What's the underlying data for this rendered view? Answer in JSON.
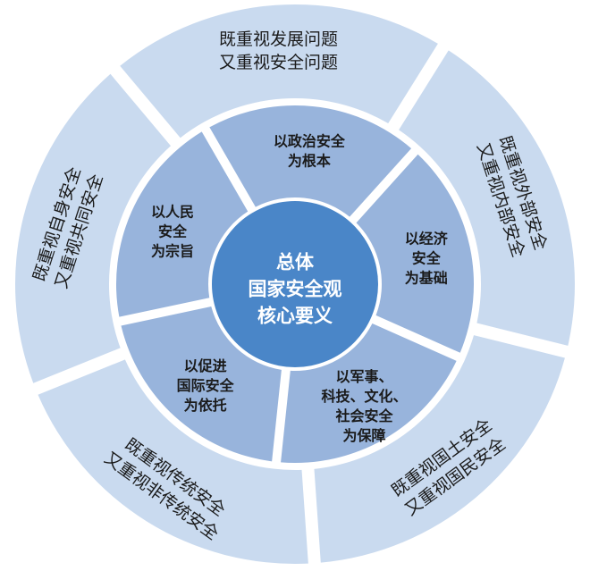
{
  "core": {
    "lines": [
      "总体",
      "国家安全观",
      "核心要义"
    ],
    "color": "#4a86c8"
  },
  "inner_ring": {
    "color": "#98b4dc",
    "segments": [
      {
        "lines": [
          "以政治安全",
          "为根本"
        ]
      },
      {
        "lines": [
          "以经济",
          "安全",
          "为基础"
        ]
      },
      {
        "lines": [
          "以军事、",
          "科技、文化、",
          "社会安全",
          "为保障"
        ]
      },
      {
        "lines": [
          "以促进",
          "国际安全",
          "为依托"
        ]
      },
      {
        "lines": [
          "以人民",
          "安全",
          "为宗旨"
        ]
      }
    ]
  },
  "outer_ring": {
    "color": "#c9daef",
    "segments": [
      {
        "lines": [
          "既重视发展问题",
          "又重视安全问题"
        ]
      },
      {
        "lines": [
          "既重视外部安全",
          "又重视内部安全"
        ]
      },
      {
        "lines": [
          "既重视国土安全",
          "又重视国民安全"
        ]
      },
      {
        "lines": [
          "既重视传统安全",
          "又重视非传统安全"
        ]
      },
      {
        "lines": [
          "既重视自身安全",
          "又重视共同安全"
        ]
      }
    ]
  }
}
